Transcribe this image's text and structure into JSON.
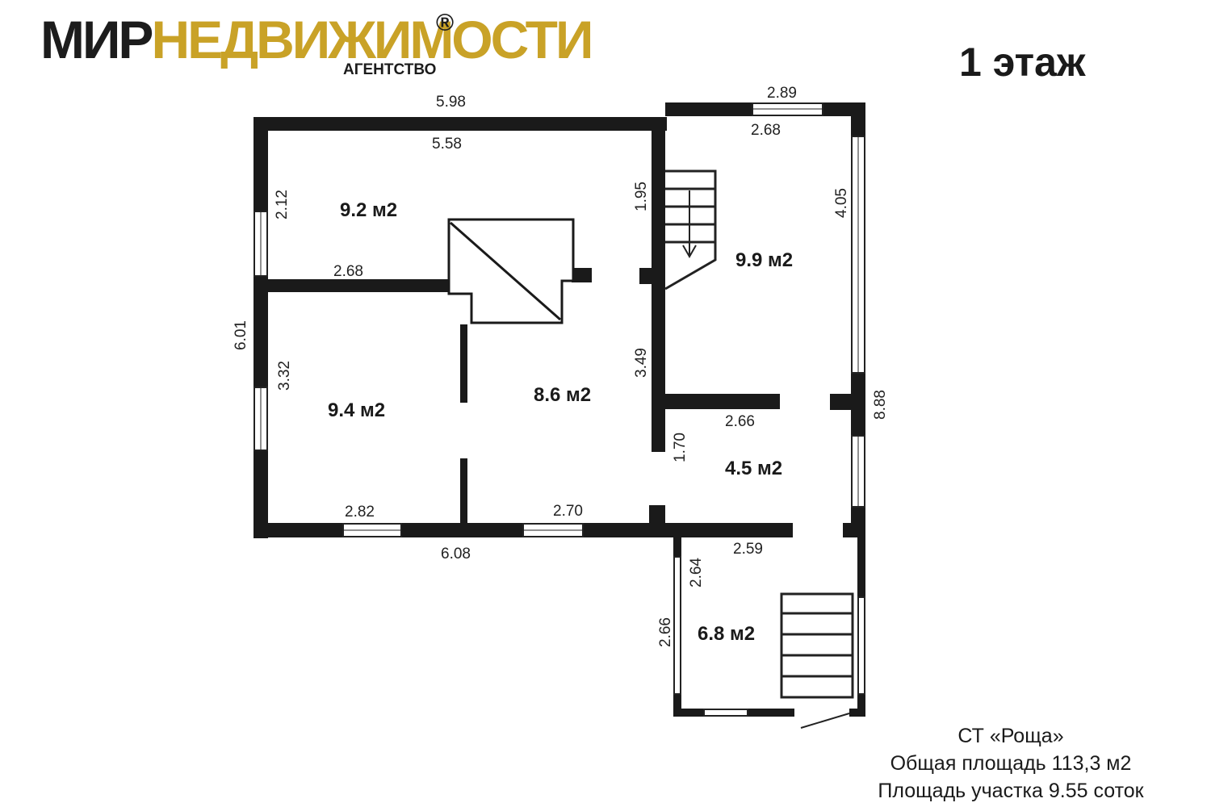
{
  "logo": {
    "word_dark": "МИР",
    "word_gold": "НЕДВИЖИМОСТИ",
    "registered": "®",
    "subtitle": "АГЕНТСТВО",
    "colors": {
      "dark": "#1c1c1c",
      "gold": "#c9a227"
    }
  },
  "floor_title": "1 этаж",
  "rooms": [
    {
      "id": "room-top-left",
      "area": "9.2 м2"
    },
    {
      "id": "room-stair",
      "area": "9.9 м2"
    },
    {
      "id": "room-center",
      "area": "8.6 м2"
    },
    {
      "id": "room-left",
      "area": "9.4 м2"
    },
    {
      "id": "room-hall",
      "area": "4.5 м2"
    },
    {
      "id": "room-porch",
      "area": "6.8 м2"
    }
  ],
  "dimensions": [
    "5.98",
    "5.58",
    "2.89",
    "2.68",
    "2.12",
    "1.95",
    "4.05",
    "2.68",
    "6.01",
    "3.32",
    "3.49",
    "2.66",
    "8.88",
    "1.70",
    "2.82",
    "2.70",
    "6.08",
    "2.59",
    "2.64",
    "2.66"
  ],
  "info": {
    "line1": "СТ «Роща»",
    "line2": "Общая площадь 113,3 м2",
    "line3": "Площадь участка 9.55 соток"
  }
}
